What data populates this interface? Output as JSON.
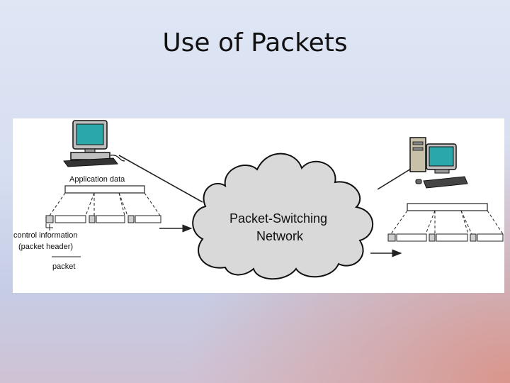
{
  "slide": {
    "title": "Use of Packets"
  },
  "diagram": {
    "network_label_line1": "Packet-Switching",
    "network_label_line2": "Network",
    "application_data_label": "Application data",
    "control_info_line1": "control information",
    "control_info_line2": "(packet header)",
    "packet_label": "packet",
    "colors": {
      "cloud_fill": "#d9d9d9",
      "screen": "#2aa7a8",
      "line": "#222222"
    },
    "icons": [
      "desktop-computer-icon",
      "tower-computer-icon",
      "cloud-icon",
      "arrow-right-icon"
    ]
  }
}
